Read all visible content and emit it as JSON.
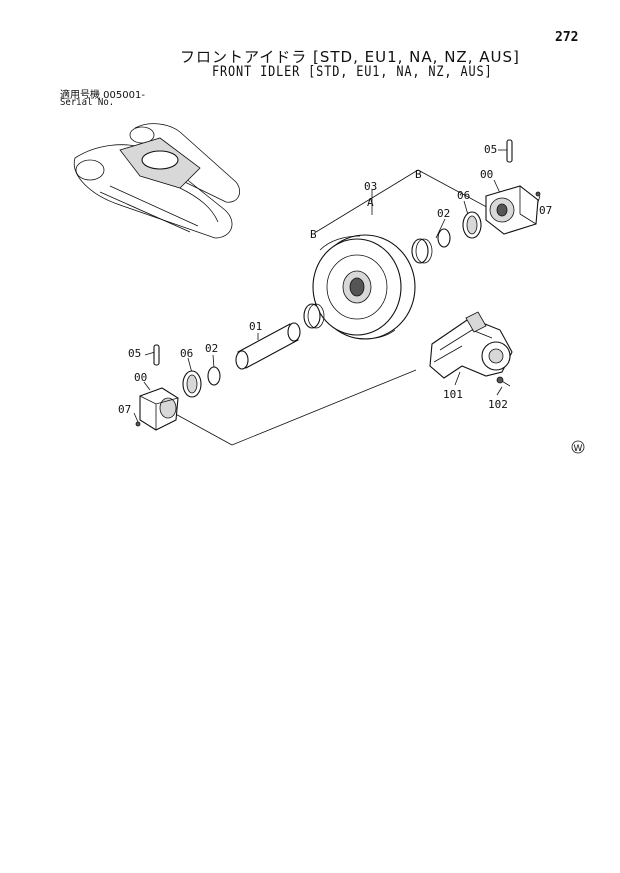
{
  "header": {
    "page_number": "272",
    "title_jp": "フロントアイドラ [STD, EU1, NA, NZ, AUS]",
    "title_en": "FRONT IDLER [STD, EU1, NA, NZ, AUS]",
    "serial_jp": "適用号機 005001-",
    "serial_en": "Serial No."
  },
  "callouts": {
    "c01": "01",
    "c02_left": "02",
    "c02_right": "02",
    "c03": "03",
    "c05_left": "05",
    "c05_right": "05",
    "c06_left": "06",
    "c06_right": "06",
    "c00_left": "00",
    "c00_right": "00",
    "c07_left": "07",
    "c07_right": "07",
    "c101": "101",
    "c102": "102",
    "ref_a": "A",
    "ref_b_top": "B",
    "ref_b_left": "B"
  },
  "footer": {
    "mark": "W"
  }
}
